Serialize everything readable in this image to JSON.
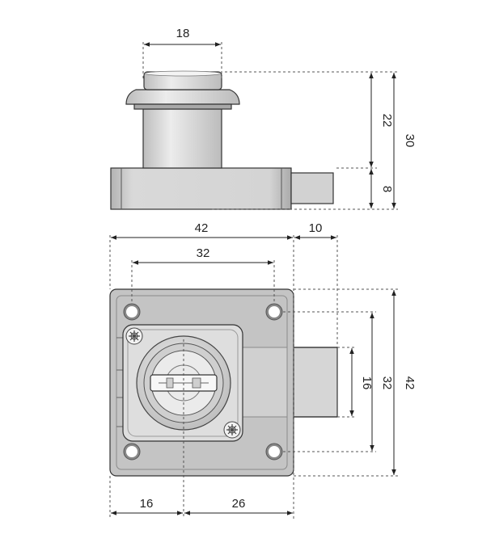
{
  "dimensions": {
    "knob_diameter": "18",
    "cylinder_height": "22",
    "total_height": "30",
    "base_thickness": "8",
    "body_width": "42",
    "bolt_throw": "10",
    "hole_spacing_horizontal": "32",
    "bolt_height": "16",
    "hole_spacing_vertical": "32",
    "body_height": "42",
    "key_offset_left": "16",
    "key_offset_right": "26"
  },
  "colors": {
    "body_fill": "#c9c9c9",
    "metal_light": "#e4e4e4",
    "line": "#222222"
  }
}
